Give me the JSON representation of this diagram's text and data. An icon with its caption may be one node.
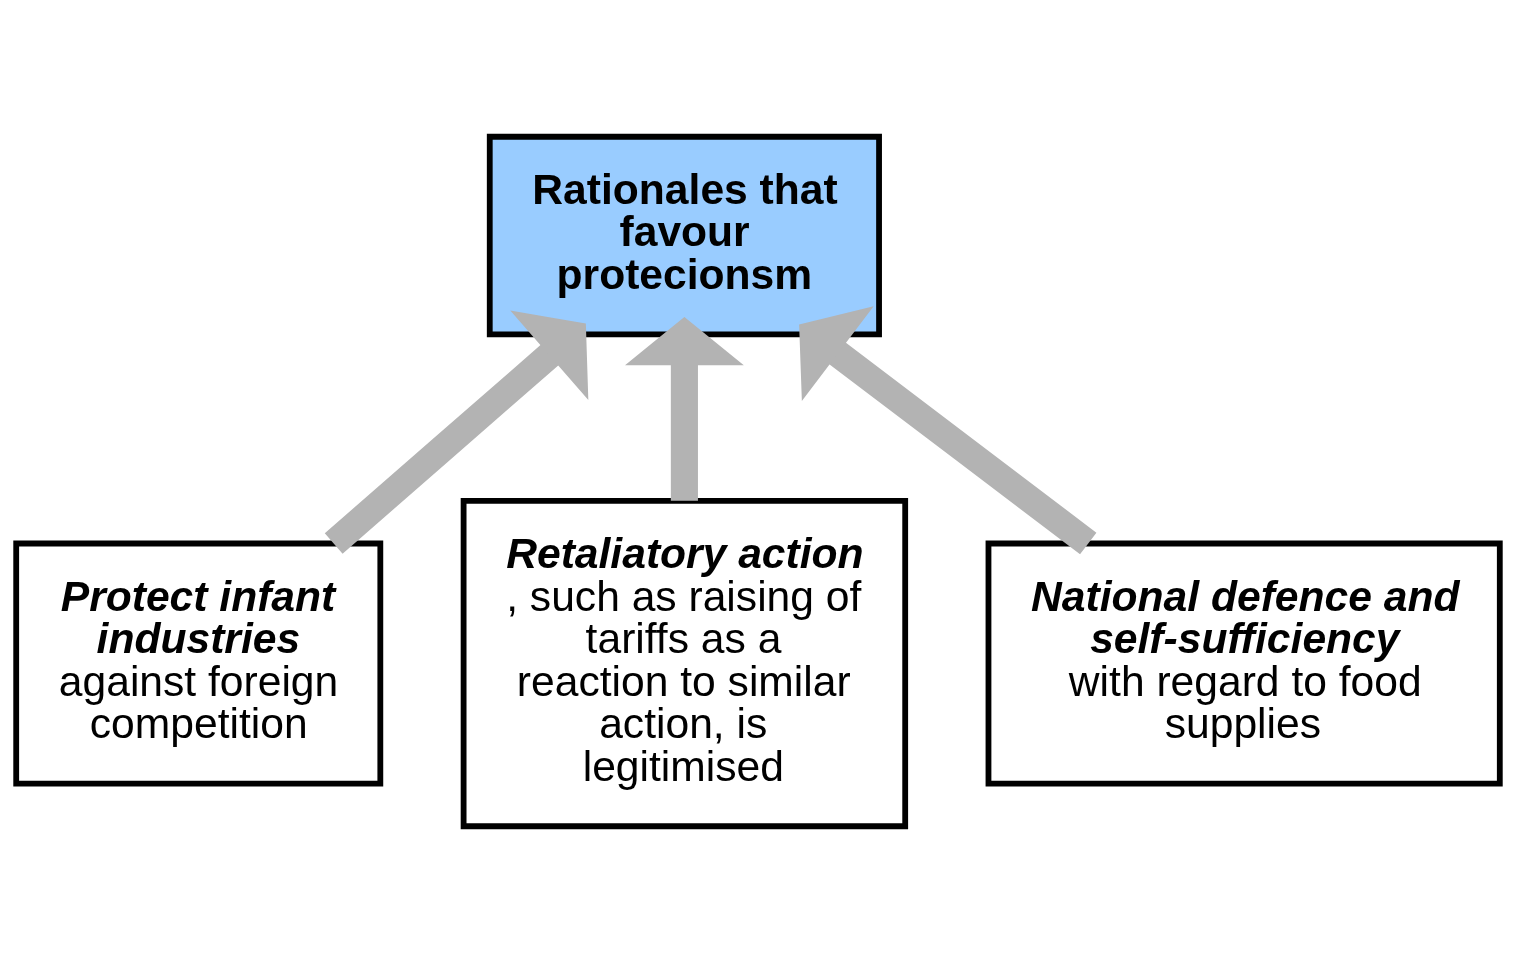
{
  "diagram": {
    "nodes": [
      {
        "text": [
          "Rationales that favour protecionsm"
        ]
      },
      {
        "text": [
          "Protect infant industries",
          "against foreign competition"
        ]
      },
      {
        "text": [
          "Retaliatory action",
          ", such as raising of tariffs as a reaction to similar action, is legitimised"
        ]
      },
      {
        "text": [
          "National defence and self-sufficiency",
          "with regard to food supplies"
        ]
      }
    ],
    "edges": [
      {
        "from": 1,
        "to": 0,
        "arrow": "to"
      },
      {
        "from": 2,
        "to": 0,
        "arrow": "to"
      },
      {
        "from": 3,
        "to": 0,
        "arrow": "to"
      }
    ]
  }
}
